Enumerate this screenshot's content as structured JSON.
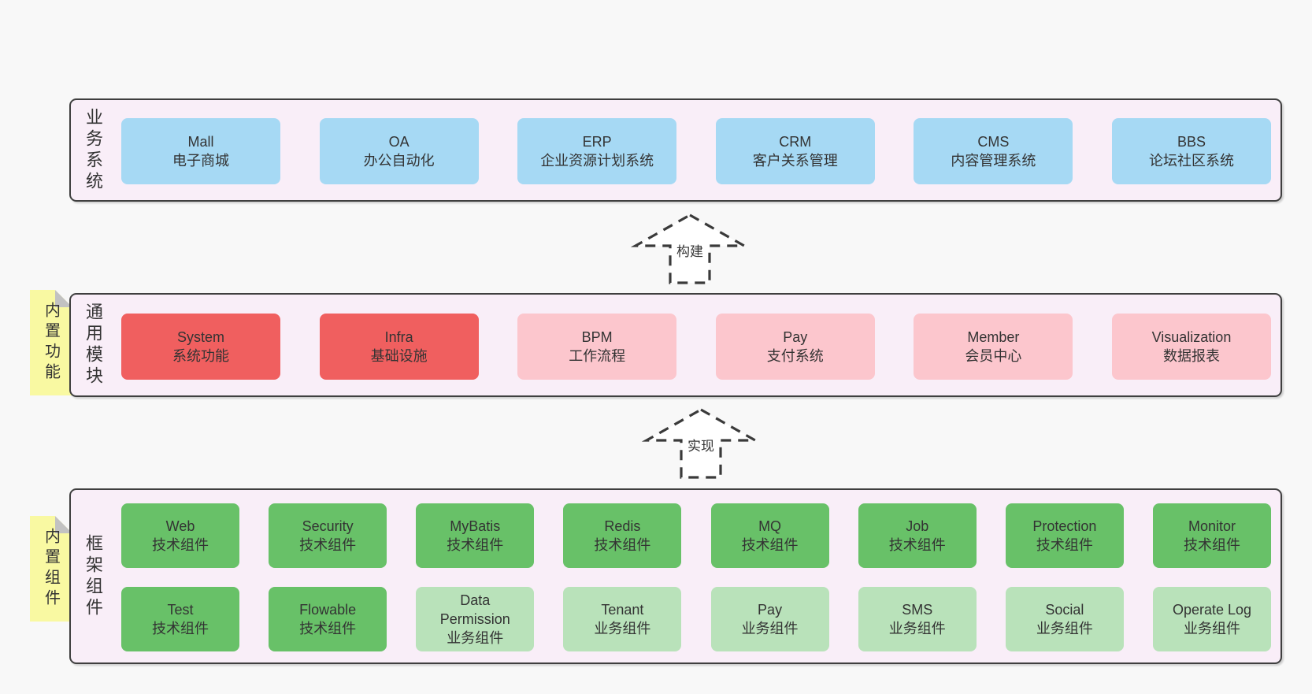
{
  "business": {
    "label": "业务系统",
    "boxes": [
      {
        "title": "Mall",
        "subtitle": "电子商城"
      },
      {
        "title": "OA",
        "subtitle": "办公自动化"
      },
      {
        "title": "ERP",
        "subtitle": "企业资源计划系统"
      },
      {
        "title": "CRM",
        "subtitle": "客户关系管理"
      },
      {
        "title": "CMS",
        "subtitle": "内容管理系统"
      },
      {
        "title": "BBS",
        "subtitle": "论坛社区系统"
      }
    ]
  },
  "modules": {
    "label": "通用模块",
    "sticky": "内置功能",
    "boxes": [
      {
        "title": "System",
        "subtitle": "系统功能"
      },
      {
        "title": "Infra",
        "subtitle": "基础设施"
      },
      {
        "title": "BPM",
        "subtitle": "工作流程"
      },
      {
        "title": "Pay",
        "subtitle": "支付系统"
      },
      {
        "title": "Member",
        "subtitle": "会员中心"
      },
      {
        "title": "Visualization",
        "subtitle": "数据报表"
      }
    ]
  },
  "components": {
    "label": "框架组件",
    "sticky": "内置组件",
    "row1": [
      {
        "title": "Web",
        "subtitle": "技术组件"
      },
      {
        "title": "Security",
        "subtitle": "技术组件"
      },
      {
        "title": "MyBatis",
        "subtitle": "技术组件"
      },
      {
        "title": "Redis",
        "subtitle": "技术组件"
      },
      {
        "title": "MQ",
        "subtitle": "技术组件"
      },
      {
        "title": "Job",
        "subtitle": "技术组件"
      },
      {
        "title": "Protection",
        "subtitle": "技术组件"
      },
      {
        "title": "Monitor",
        "subtitle": "技术组件"
      }
    ],
    "row2": [
      {
        "title": "Test",
        "subtitle": "技术组件"
      },
      {
        "title": "Flowable",
        "subtitle": "技术组件"
      },
      {
        "title": "Data\nPermission",
        "subtitle": "业务组件"
      },
      {
        "title": "Tenant",
        "subtitle": "业务组件"
      },
      {
        "title": "Pay",
        "subtitle": "业务组件"
      },
      {
        "title": "SMS",
        "subtitle": "业务组件"
      },
      {
        "title": "Social",
        "subtitle": "业务组件"
      },
      {
        "title": "Operate Log",
        "subtitle": "业务组件"
      }
    ]
  },
  "arrows": [
    {
      "label": "构建"
    },
    {
      "label": "实现"
    }
  ],
  "colors": {
    "background": "#f8f8f8",
    "layer_bg": "#f9eef8",
    "layer_border": "#3f3f3f",
    "box_blue": "#a6d9f4",
    "box_red": "#f05f5f",
    "box_pink": "#fcc6cd",
    "box_green_dark": "#68c168",
    "box_green_light": "#b9e2ba",
    "sticky_yellow": "#f9f9a2",
    "sticky_fold_gray": "#c2c2c2",
    "text": "#333333"
  }
}
